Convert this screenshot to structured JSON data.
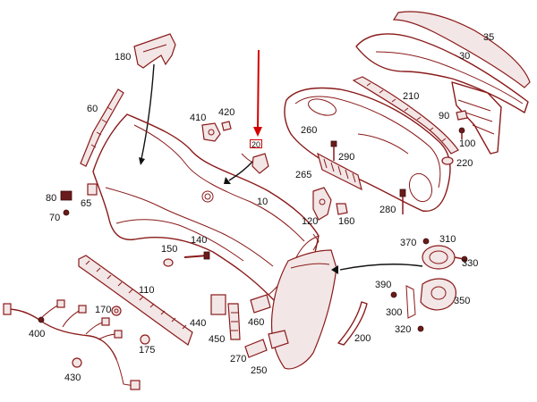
{
  "diagram": {
    "highlight": {
      "label": "20",
      "color": "#d40000"
    },
    "part_color": "#8a1a1a",
    "labels": {
      "l180": "180",
      "l60": "60",
      "l410": "410",
      "l420": "420",
      "l10": "10",
      "l35": "35",
      "l30": "30",
      "l210": "210",
      "l90": "90",
      "l100": "100",
      "l220": "220",
      "l260": "260",
      "l290": "290",
      "l265": "265",
      "l120": "120",
      "l160": "160",
      "l280": "280",
      "l80": "80",
      "l65": "65",
      "l70": "70",
      "l150": "150",
      "l140": "140",
      "l370": "370",
      "l310": "310",
      "l330": "330",
      "l110": "110",
      "l390": "390",
      "l300": "300",
      "l350": "350",
      "l400": "400",
      "l170": "170",
      "l440": "440",
      "l460": "460",
      "l175": "175",
      "l450": "450",
      "l200": "200",
      "l320": "320",
      "l270": "270",
      "l250": "250",
      "l430": "430"
    }
  }
}
